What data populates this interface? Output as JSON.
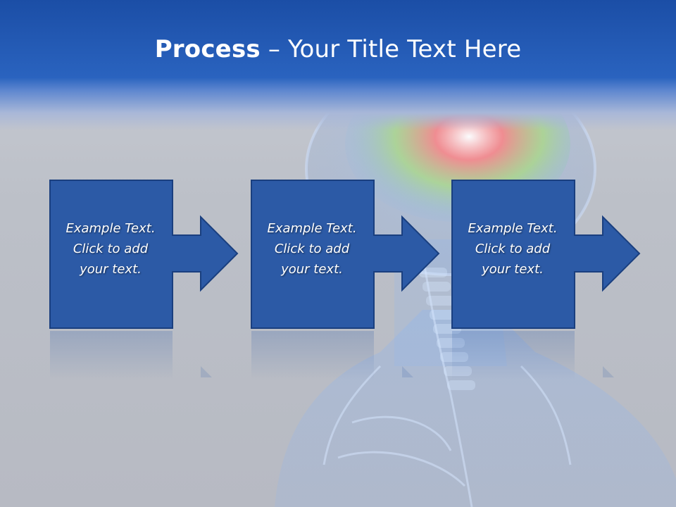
{
  "title": {
    "bold": "Process",
    "rest": " – Your Title Text Here"
  },
  "steps": [
    {
      "line1": "Example Text.",
      "line2": "Click  to add",
      "line3": "your text."
    },
    {
      "line1": "Example Text.",
      "line2": "Click  to add",
      "line3": "your text."
    },
    {
      "line1": "Example Text.",
      "line2": "Click  to add",
      "line3": "your text."
    }
  ],
  "colors": {
    "box_fill": "#2c5aa6",
    "box_border": "#1a3f7f",
    "title_band": "#1f55ad"
  }
}
